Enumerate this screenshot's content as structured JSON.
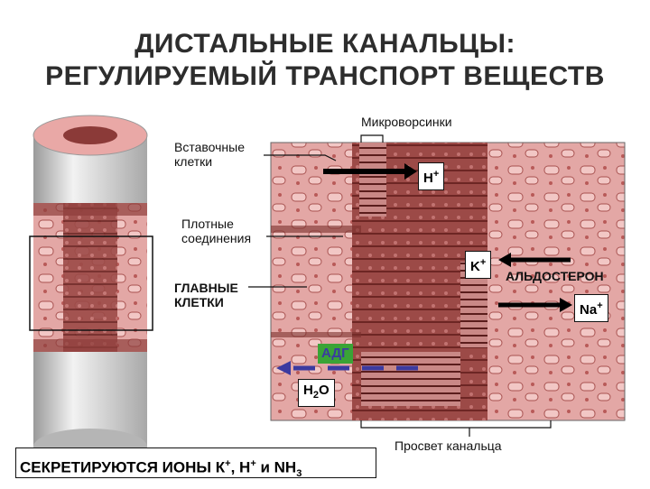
{
  "title": {
    "line1": "ДИСТАЛЬНЫЕ КАНАЛЬЦЫ:",
    "line2": "РЕГУЛИРУЕМЫЙ ТРАНСПОРТ ВЕЩЕСТВ"
  },
  "labels": {
    "microvilli": "Микроворсинки",
    "intercalated_cells_1": "Вставочные",
    "intercalated_cells_2": "клетки",
    "tight_junctions_1": "Плотные",
    "tight_junctions_2": "соединения",
    "principal_cells_1": "ГЛАВНЫЕ",
    "principal_cells_2": "КЛЕТКИ",
    "lumen": "Просвет канальца",
    "aldosterone": "АЛЬДОСТЕРОН",
    "adh": "АДГ"
  },
  "ions": {
    "h": "H",
    "k": "K",
    "na": "Na",
    "h2o_a": "H",
    "h2o_sub": "2",
    "h2o_b": "O",
    "plus": "+"
  },
  "footer": {
    "text": "СЕКРЕТИРУЮТСЯ ИОНЫ  К",
    "sep1": ", Н",
    "sep2": " и NH",
    "nh_sub": "3",
    "plus": "+"
  },
  "colors": {
    "tissue": "#b0605a",
    "tissue_light": "#e8b0ae",
    "tissue_dark": "#7a2e2c",
    "arrow_adh": "#3b3aa0",
    "tube": "#d4d4d4"
  }
}
